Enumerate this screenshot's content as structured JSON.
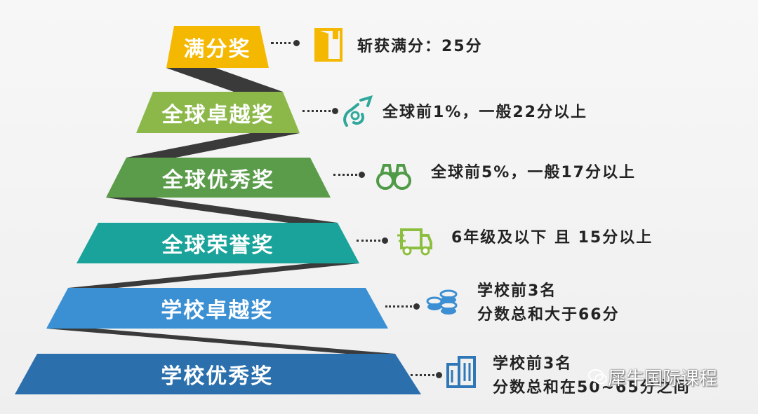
{
  "tiers": [
    {
      "label": "满分奖",
      "desc": [
        "斩获满分：25分"
      ],
      "color": "#f5b800",
      "icon": "door-icon",
      "icon_color": "#f5b800"
    },
    {
      "label": "全球卓越奖",
      "desc": [
        "全球前1%，一般22分以上"
      ],
      "color": "#8cb84a",
      "icon": "hand-coin-icon",
      "icon_color": "#2ea89a"
    },
    {
      "label": "全球优秀奖",
      "desc": [
        "全球前5%，一般17分以上"
      ],
      "color": "#5b9c4a",
      "icon": "binoculars-icon",
      "icon_color": "#4f9b47"
    },
    {
      "label": "全球荣誉奖",
      "desc": [
        "6年级及以下 且 15分以上"
      ],
      "color": "#1aa39a",
      "icon": "truck-icon",
      "icon_color": "#8cbf3f"
    },
    {
      "label": "学校卓越奖",
      "desc": [
        "学校前3名",
        "分数总和大于66分"
      ],
      "color": "#3b90d4",
      "icon": "coins-icon",
      "icon_color": "#3c8fd3"
    },
    {
      "label": "学校优秀奖",
      "desc": [
        "学校前3名",
        "分数总和在50~65分之间"
      ],
      "color": "#2b70ad",
      "icon": "building-icon",
      "icon_color": "#2f77b6"
    }
  ],
  "watermark": "犀牛国际课程",
  "colors": {
    "connector": "#333333",
    "band": "#3a3a3a"
  }
}
